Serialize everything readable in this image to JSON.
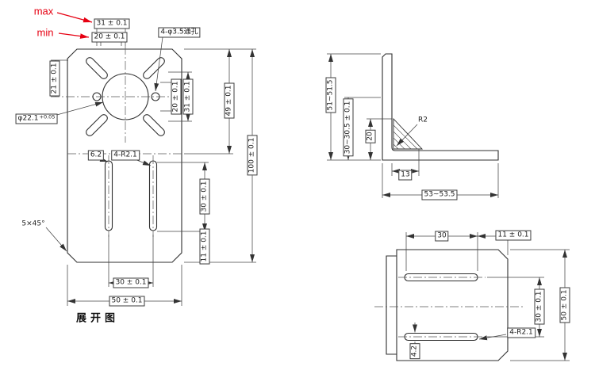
{
  "colors": {
    "line": "#333333",
    "accent_red": "#e60012"
  },
  "annotations": {
    "max": "max",
    "min": "min"
  },
  "flat_view": {
    "caption": "展开图",
    "dim_top_31": "31 ± 0.1",
    "dim_top_20": "20 ± 0.1",
    "label_holes": "4-φ3.5通孔",
    "dim_left_21": "21 ± 0.1",
    "dim_circle": "φ22.1",
    "dim_circle_tol": "+0.05",
    "dim_right_20": "20 ± 0.1",
    "dim_right_31": "31 ± 0.1",
    "dim_right_49": "49 ± 0.1",
    "dim_right_100": "100 ± 0.1",
    "dim_slot_width": "6.2",
    "label_slot_radius": "4-R2.1",
    "dim_slot_len_30": "30 ± 0.1",
    "dim_bottom_11": "11 ± 0.1",
    "label_chamfer": "5×45°",
    "dim_bottom_30": "30 ± 0.1",
    "dim_bottom_50": "50 ± 0.1"
  },
  "side_view": {
    "dim_height": "51~51.5",
    "dim_inner_height": "30~30.5 ± 0.1",
    "dim_rib": "20",
    "label_fillet": "R2",
    "dim_13": "13",
    "dim_width": "53~53.5"
  },
  "top_view": {
    "dim_slot_len": "30",
    "dim_edge_11": "11 ± 0.1",
    "dim_slot_gap_30": "30 ± 0.1",
    "dim_height_50": "50 ± 0.1",
    "dim_slot_width": "4.2",
    "label_slot_radius": "4-R2.1"
  }
}
